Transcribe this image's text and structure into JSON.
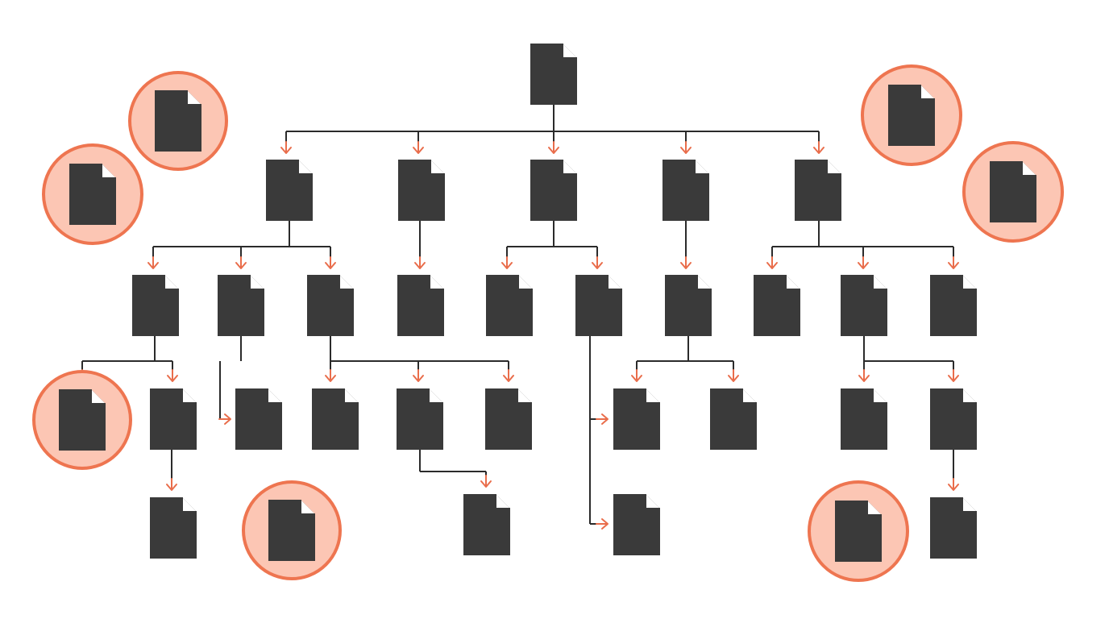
{
  "colors": {
    "document": "#3a3a3a",
    "connector": "#2b2b2b",
    "arrow": "#e96d4b",
    "orphan_fill": "#fcc6b4",
    "orphan_stroke": "#ee7550",
    "background": "#ffffff"
  },
  "icons": {
    "document": "document-icon",
    "arrow": "arrow-head-icon"
  },
  "tree": {
    "root": "doc-root",
    "edges": [
      [
        "doc-root",
        "doc-l1-a"
      ],
      [
        "doc-root",
        "doc-l1-b"
      ],
      [
        "doc-root",
        "doc-l1-c"
      ],
      [
        "doc-root",
        "doc-l1-d"
      ],
      [
        "doc-root",
        "doc-l1-e"
      ],
      [
        "doc-l1-a",
        "doc-l2-a"
      ],
      [
        "doc-l1-a",
        "doc-l2-b"
      ],
      [
        "doc-l1-a",
        "doc-l2-c"
      ],
      [
        "doc-l1-b",
        "doc-l2-d"
      ],
      [
        "doc-l1-c",
        "doc-l2-e"
      ],
      [
        "doc-l1-c",
        "doc-l2-f"
      ],
      [
        "doc-l1-d",
        "doc-l2-g"
      ],
      [
        "doc-l1-e",
        "doc-l2-h"
      ],
      [
        "doc-l1-e",
        "doc-l2-i"
      ],
      [
        "doc-l1-e",
        "doc-l2-j"
      ],
      [
        "doc-l2-a",
        "doc-l3-a"
      ],
      [
        "doc-l2-a",
        "doc-l3-b"
      ],
      [
        "doc-l2-b",
        "doc-l3-c"
      ],
      [
        "doc-l2-c",
        "doc-l3-d"
      ],
      [
        "doc-l2-c",
        "doc-l3-e"
      ],
      [
        "doc-l2-c",
        "doc-l3-f"
      ],
      [
        "doc-l2-f",
        "doc-l3-g"
      ],
      [
        "doc-l2-f",
        "doc-l4-d"
      ],
      [
        "doc-l2-g",
        "doc-l3-g"
      ],
      [
        "doc-l2-g",
        "doc-l3-h"
      ],
      [
        "doc-l2-i",
        "doc-l3-i"
      ],
      [
        "doc-l2-i",
        "doc-l3-j"
      ],
      [
        "doc-l3-b",
        "doc-l4-a"
      ],
      [
        "doc-l3-e",
        "doc-l4-c"
      ],
      [
        "doc-l3-j",
        "doc-l4-e"
      ]
    ],
    "orphans": [
      "orphan-1",
      "orphan-2",
      "orphan-3",
      "orphan-4",
      "orphan-5",
      "orphan-6",
      "orphan-7"
    ]
  }
}
